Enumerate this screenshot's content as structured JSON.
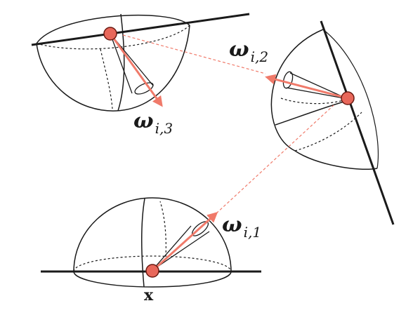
{
  "labels": {
    "omega1": {
      "main": "ω",
      "sub": "i,1"
    },
    "omega2": {
      "main": "ω",
      "sub": "i,2"
    },
    "omega3": {
      "main": "ω",
      "sub": "i,3"
    },
    "x": "x"
  },
  "colors": {
    "ray": "#f07a6a",
    "point_fill": "#e8675a",
    "point_stroke": "#6a1a12",
    "ink": "#1a1a1a"
  }
}
